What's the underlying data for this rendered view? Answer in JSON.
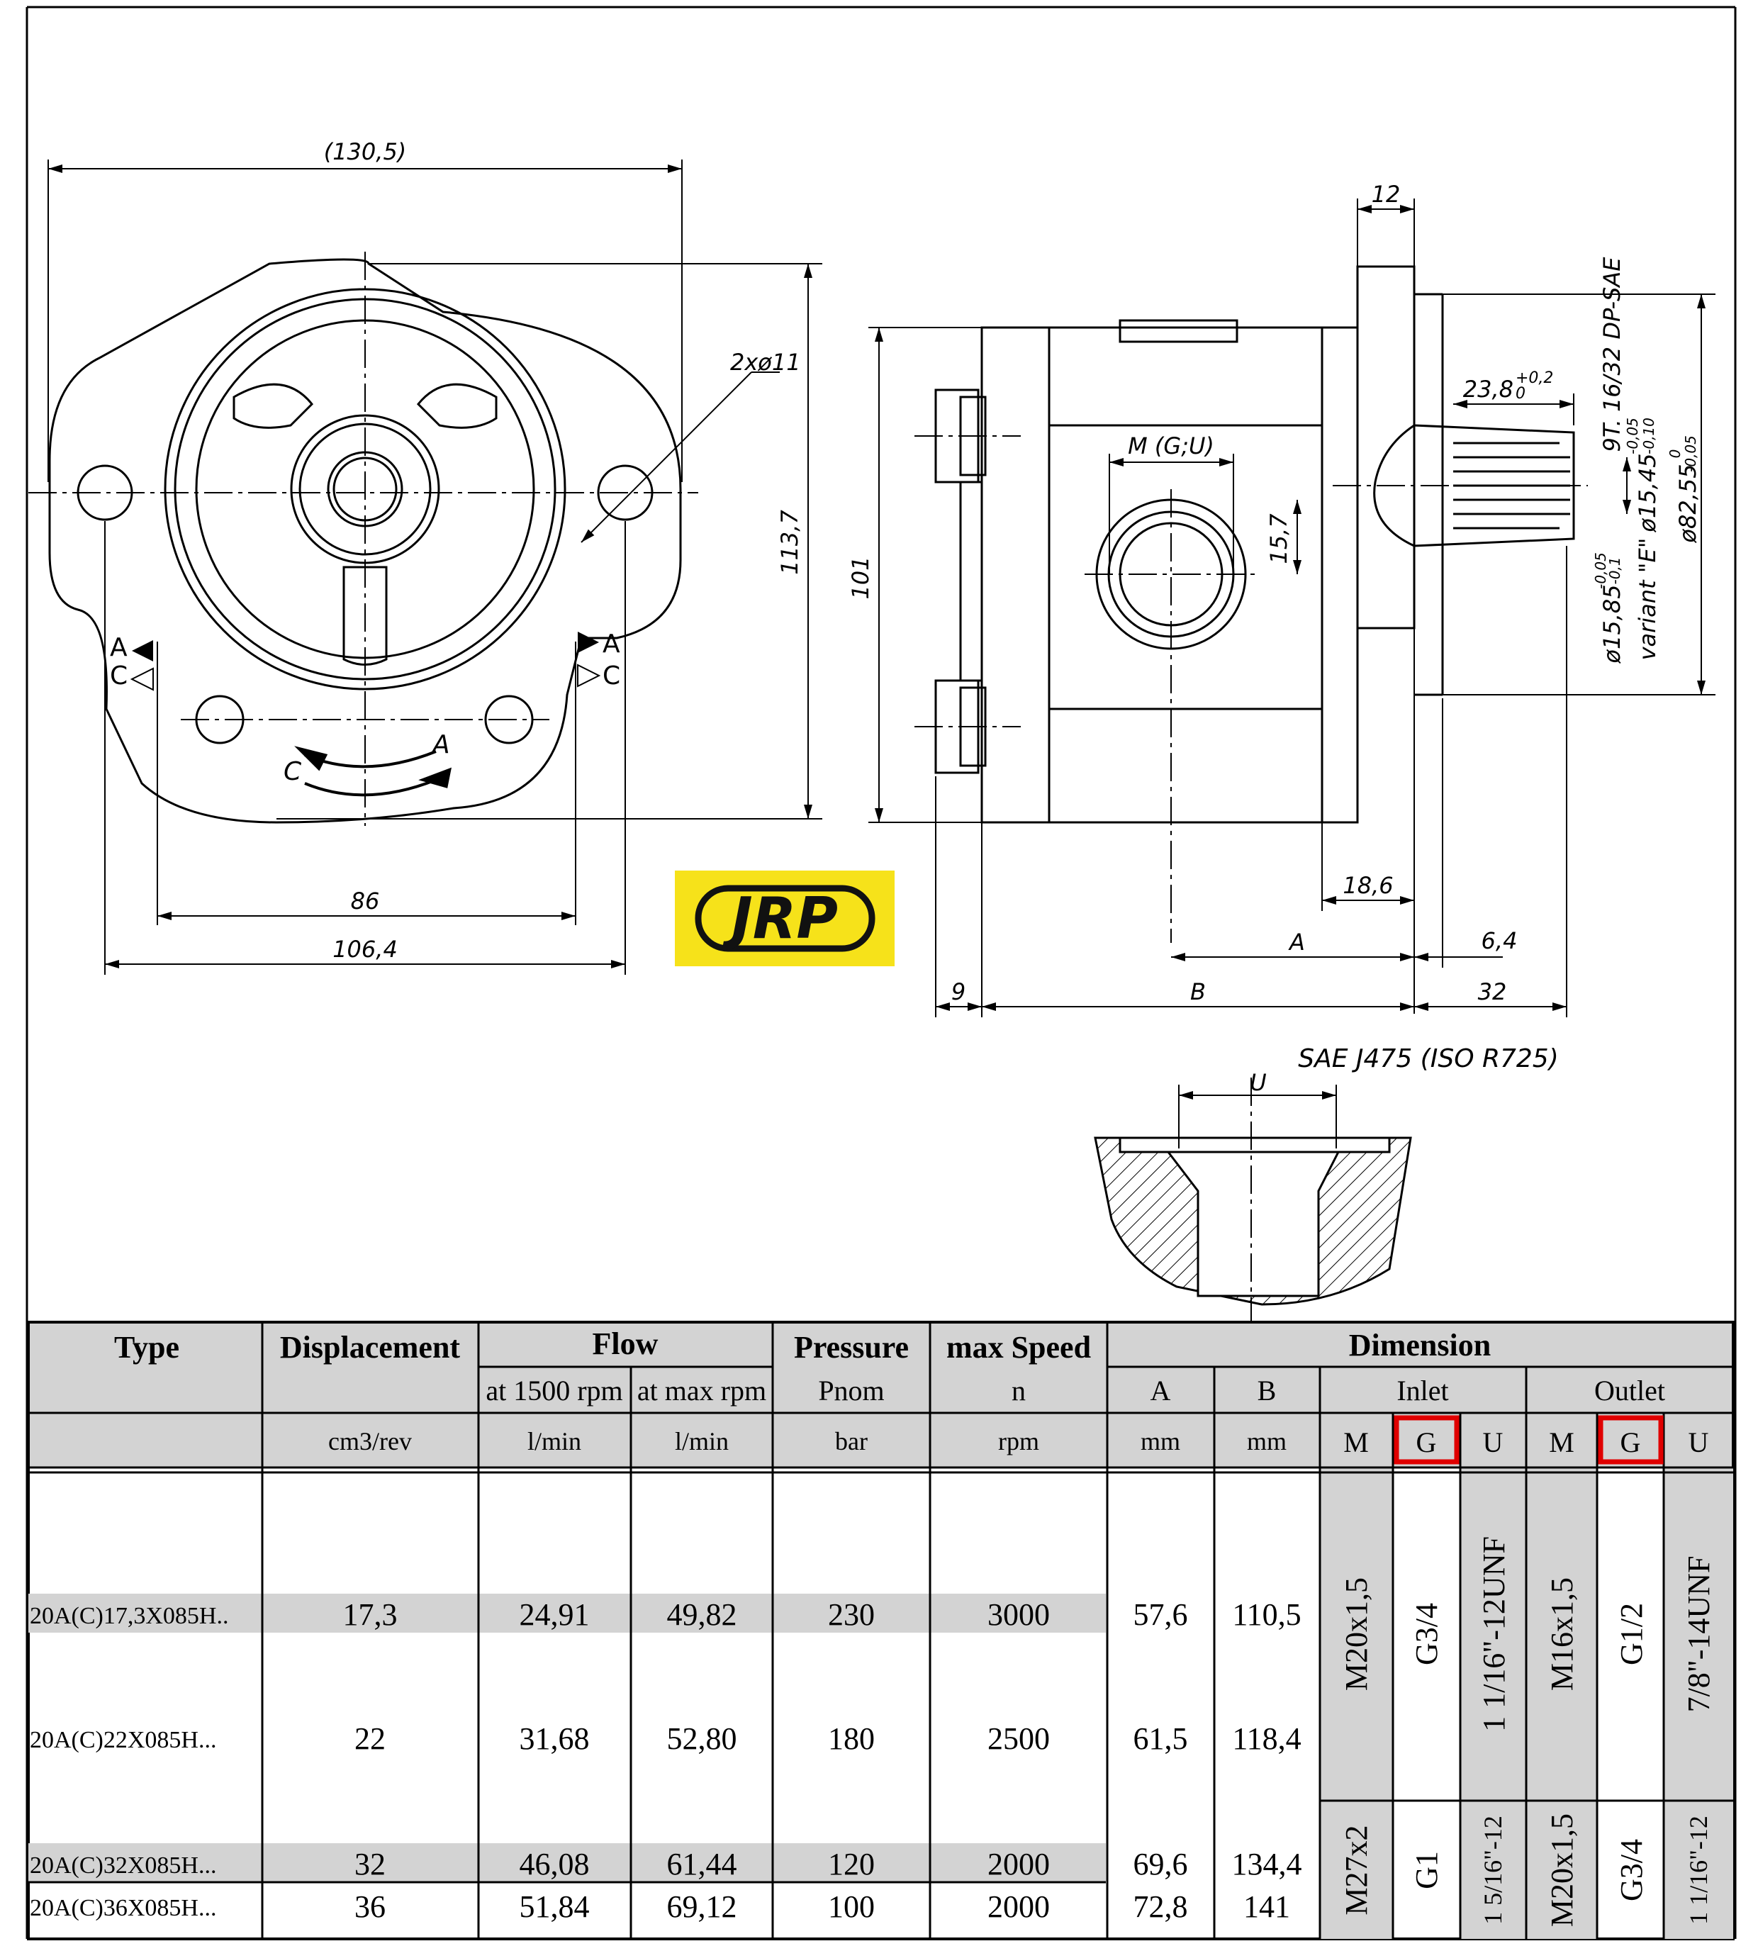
{
  "drawing": {
    "front_view": {
      "overall_width": "(130,5)",
      "hole_label": "2xø11",
      "height": "113,7",
      "bolt_spacing": "86",
      "flange_width": "106,4",
      "rotation_a": "A",
      "rotation_c": "C"
    },
    "side_view": {
      "flange_thickness": "12",
      "height": "101",
      "port_thread": "M (G;U)",
      "port_offset": "15,7",
      "shaft_length": "23,8",
      "shaft_tol_plus": "+0,2",
      "shaft_tol_zero": "0",
      "spline": "9T. 16/32 DP-SAE",
      "shaft_dia": "ø15,45",
      "shaft_dia_tol_a": "-0,05",
      "shaft_dia_tol_b": "-0,10",
      "pilot_dia": "ø82,55",
      "pilot_tol_a": "0",
      "pilot_tol_b": "-0,05",
      "variant_dia": "ø15,85",
      "variant_tol_a": "-0,05",
      "variant_tol_b": "-0,1",
      "variant_label": "variant \"E\"",
      "dim_18_6": "18,6",
      "dim_A": "A",
      "dim_6_4": "6,4",
      "dim_9": "9",
      "dim_B": "B",
      "dim_32": "32"
    },
    "port_detail": {
      "standard": "SAE J475 (ISO R725)",
      "label_u": "U"
    }
  },
  "logo": {
    "text": "JRP",
    "bg_color": "#f6e21a",
    "fg_color": "#111111"
  },
  "table": {
    "headers": {
      "type": "Type",
      "displacement": "Displacement",
      "flow": "Flow",
      "pressure": "Pressure",
      "max_speed": "max Speed",
      "dimension": "Dimension",
      "flow_1500": "at 1500 rpm",
      "flow_max": "at max rpm",
      "pnom": "Pnom",
      "n": "n",
      "A": "A",
      "B": "B",
      "inlet": "Inlet",
      "outlet": "Outlet"
    },
    "units": {
      "displacement": "cm3/rev",
      "flow_1500": "l/min",
      "flow_max": "l/min",
      "pressure": "bar",
      "speed": "rpm",
      "A": "mm",
      "B": "mm",
      "in_M": "M",
      "in_G": "G",
      "in_U": "U",
      "out_M": "M",
      "out_G": "G",
      "out_U": "U"
    },
    "rows": [
      {
        "type": "20A(C)17,3X085H..",
        "disp": "17,3",
        "flow1500": "24,91",
        "flowmax": "49,82",
        "pnom": "230",
        "n": "3000",
        "A": "57,6",
        "B": "110,5"
      },
      {
        "type": "20A(C)22X085H...",
        "disp": "22",
        "flow1500": "31,68",
        "flowmax": "52,80",
        "pnom": "180",
        "n": "2500",
        "A": "61,5",
        "B": "118,4"
      },
      {
        "type": "20A(C)32X085H...",
        "disp": "32",
        "flow1500": "46,08",
        "flowmax": "61,44",
        "pnom": "120",
        "n": "2000",
        "A": "69,6",
        "B": "134,4"
      },
      {
        "type": "20A(C)36X085H...",
        "disp": "36",
        "flow1500": "51,84",
        "flowmax": "69,12",
        "pnom": "100",
        "n": "2000",
        "A": "72,8",
        "B": "141"
      }
    ],
    "ports_group1": {
      "in_M": "M20x1,5",
      "in_G": "G3/4",
      "in_U": "1 1/16\"-12UNF",
      "out_M": "M16x1,5",
      "out_G": "G1/2",
      "out_U": "7/8\"-14UNF"
    },
    "ports_group2": {
      "in_M": "M27x2",
      "in_G": "G1",
      "in_U": "1 5/16\"-12",
      "out_M": "M20x1,5",
      "out_G": "G3/4",
      "out_U": "1 1/16\"-12"
    },
    "highlight_color": "#e00000",
    "shade_color": "#d3d3d3"
  }
}
